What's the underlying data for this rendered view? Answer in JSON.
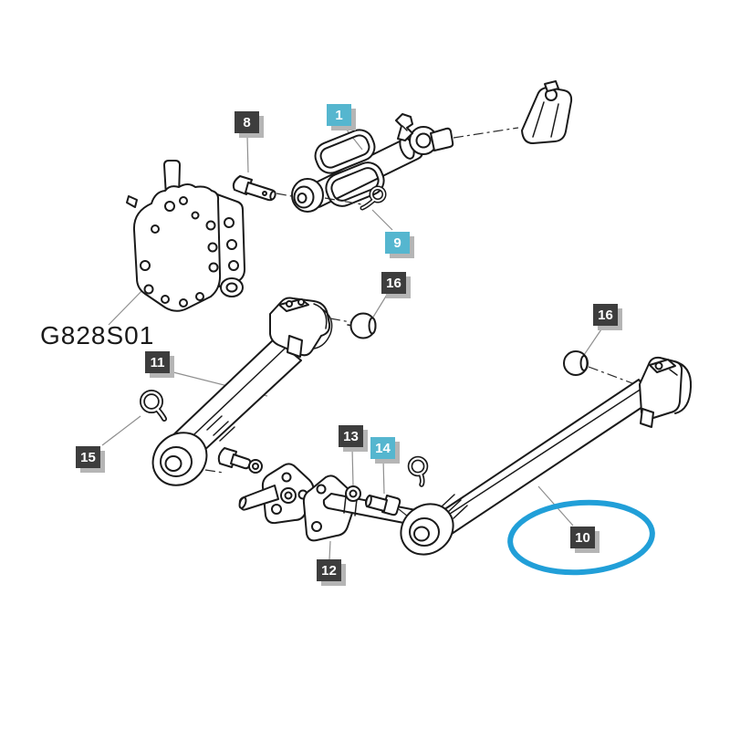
{
  "diagram": {
    "reference_code": "G828S01",
    "background_color": "#ffffff",
    "line_color": "#1a1a1a",
    "leader_line_color": "#8f8f8f",
    "highlight_ellipse_color": "#219fd8",
    "label_styles": {
      "dark_background": "#3d3d3d",
      "highlight_background": "#55b6cf",
      "text_color": "#ffffff",
      "shadow_color": "#b5b5b5"
    },
    "labels": [
      {
        "id": "8",
        "text": "8",
        "variant": "dark"
      },
      {
        "id": "1",
        "text": "1",
        "variant": "highlight"
      },
      {
        "id": "9",
        "text": "9",
        "variant": "highlight"
      },
      {
        "id": "16-left",
        "text": "16",
        "variant": "dark"
      },
      {
        "id": "16-right",
        "text": "16",
        "variant": "dark"
      },
      {
        "id": "11",
        "text": "11",
        "variant": "dark"
      },
      {
        "id": "15",
        "text": "15",
        "variant": "dark"
      },
      {
        "id": "13",
        "text": "13",
        "variant": "dark"
      },
      {
        "id": "14",
        "text": "14",
        "variant": "highlight"
      },
      {
        "id": "12",
        "text": "12",
        "variant": "dark"
      },
      {
        "id": "10",
        "text": "10",
        "variant": "dark",
        "circled": true
      }
    ]
  }
}
